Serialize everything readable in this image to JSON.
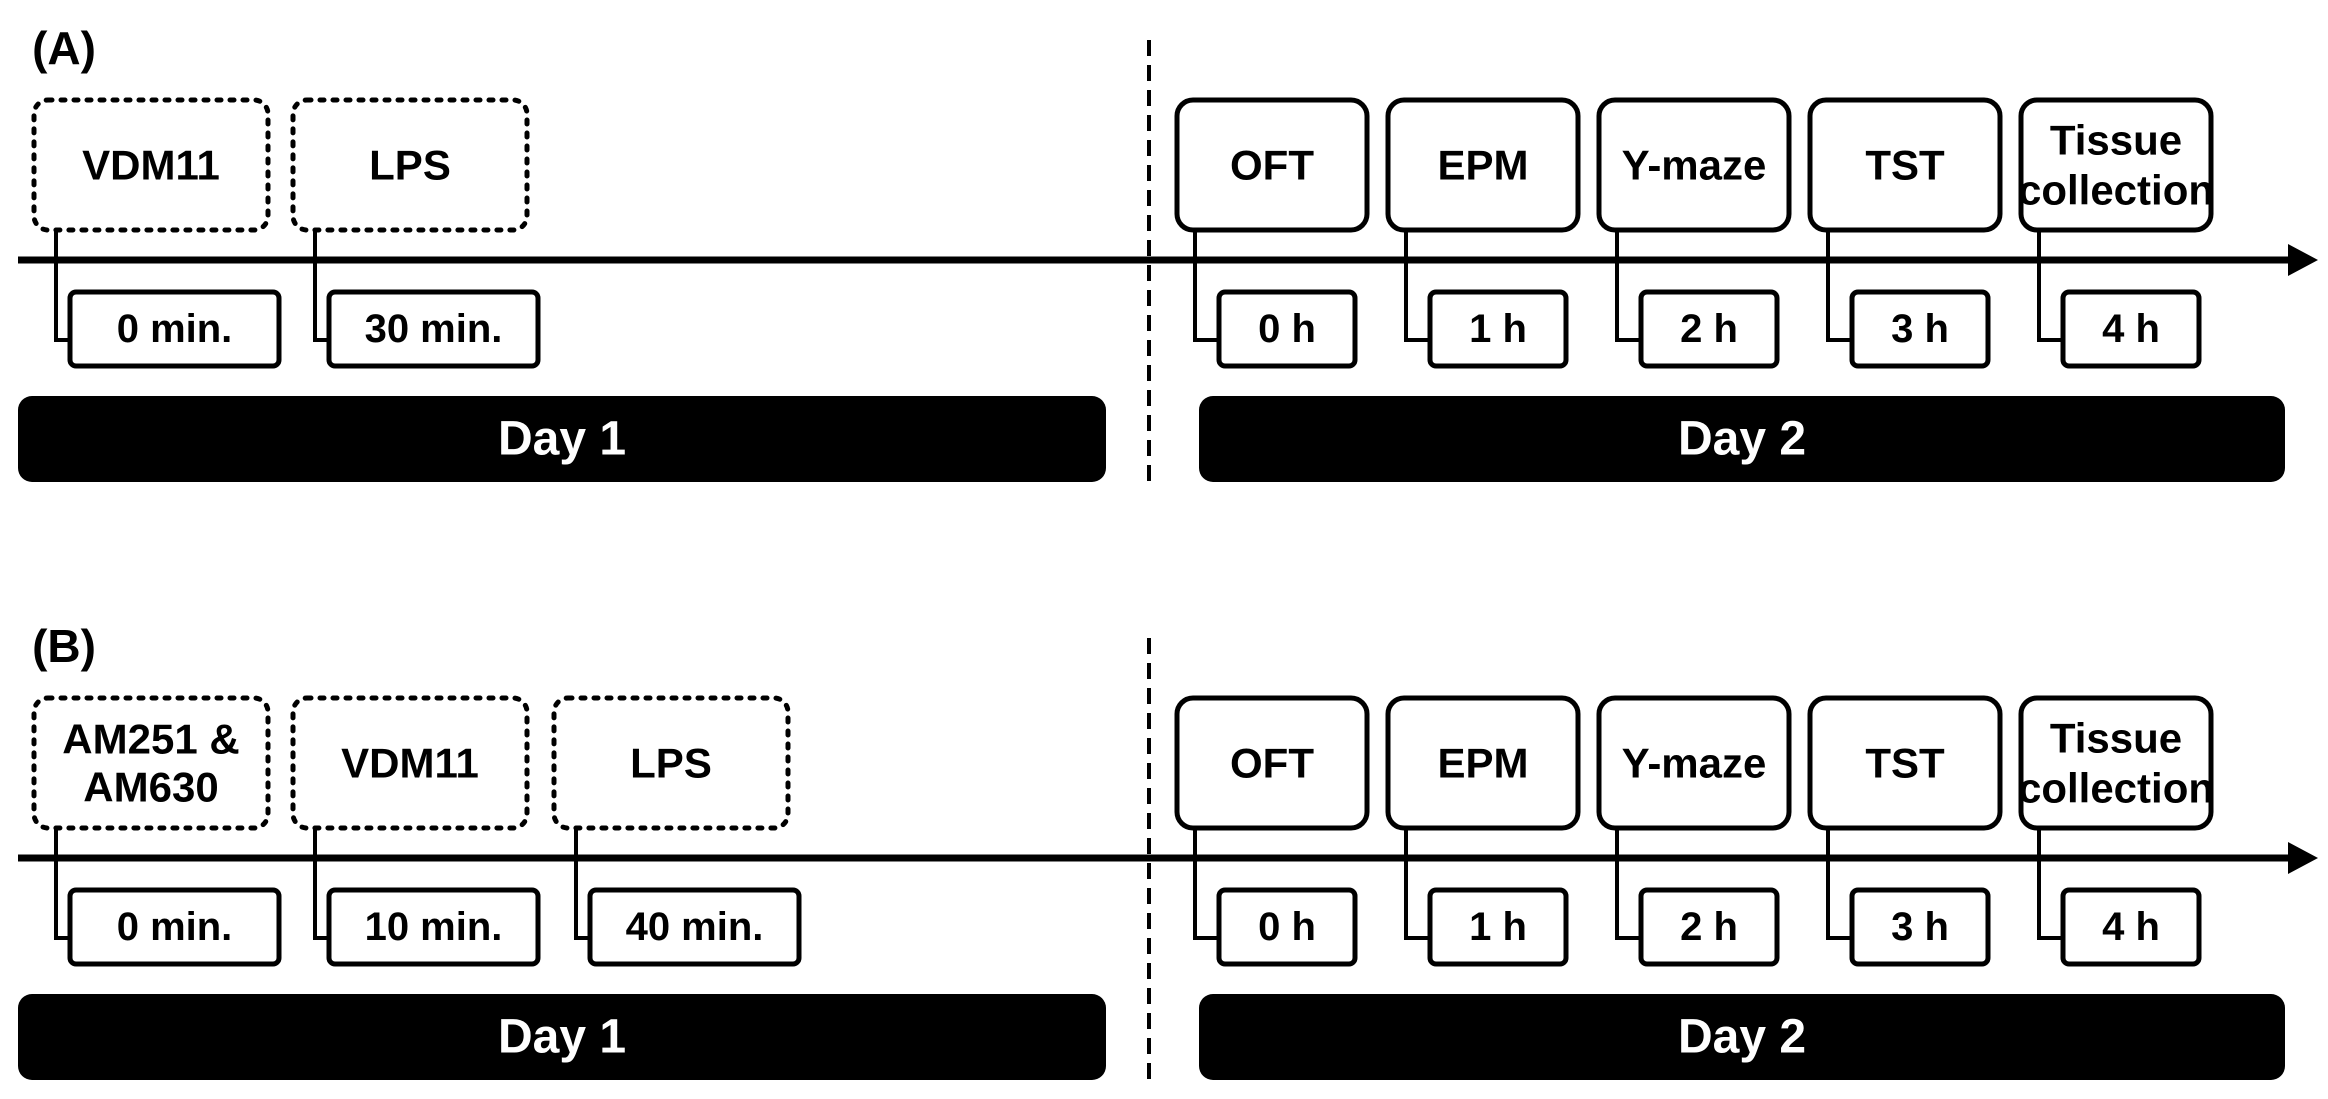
{
  "panels": [
    {
      "id": "A",
      "label": "(A)",
      "pre": [
        {
          "lines": [
            "VDM11"
          ],
          "time": "0 min."
        },
        {
          "lines": [
            "LPS"
          ],
          "time": "30 min."
        }
      ],
      "post": [
        {
          "lines": [
            "OFT"
          ],
          "time": "0 h"
        },
        {
          "lines": [
            "EPM"
          ],
          "time": "1 h"
        },
        {
          "lines": [
            "Y-maze"
          ],
          "time": "2 h"
        },
        {
          "lines": [
            "TST"
          ],
          "time": "3 h"
        },
        {
          "lines": [
            "Tissue",
            "collection"
          ],
          "time": "4 h"
        }
      ],
      "day1": "Day 1",
      "day2": "Day 2"
    },
    {
      "id": "B",
      "label": "(B)",
      "pre": [
        {
          "lines": [
            "AM251 &",
            "AM630"
          ],
          "time": "0 min."
        },
        {
          "lines": [
            "VDM11"
          ],
          "time": "10 min."
        },
        {
          "lines": [
            "LPS"
          ],
          "time": "40 min."
        }
      ],
      "post": [
        {
          "lines": [
            "OFT"
          ],
          "time": "0 h"
        },
        {
          "lines": [
            "EPM"
          ],
          "time": "1 h"
        },
        {
          "lines": [
            "Y-maze"
          ],
          "time": "2 h"
        },
        {
          "lines": [
            "TST"
          ],
          "time": "3 h"
        },
        {
          "lines": [
            "Tissue",
            "collection"
          ],
          "time": "4 h"
        }
      ],
      "day1": "Day 1",
      "day2": "Day 2"
    }
  ]
}
